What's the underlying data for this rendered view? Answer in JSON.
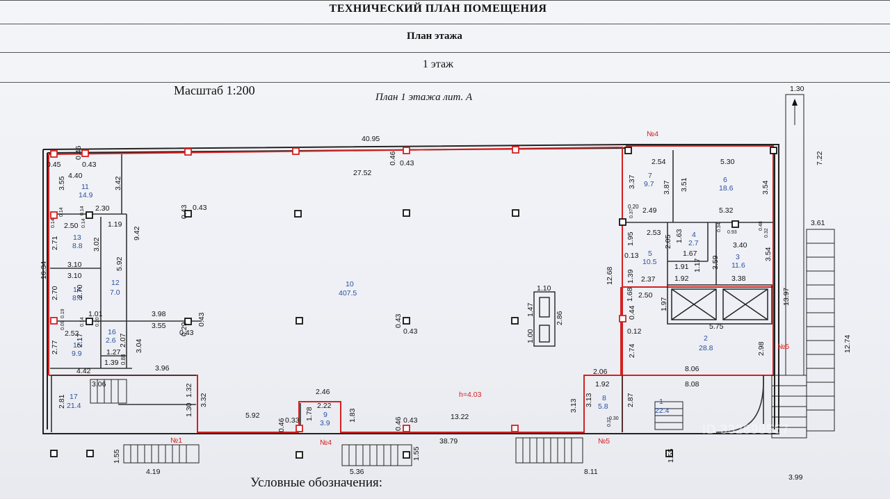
{
  "header": {
    "title": "ТЕХНИЧЕСКИЙ ПЛАН ПОМЕЩЕНИЯ",
    "subtitle": "План этажа",
    "floor": "1 этаж"
  },
  "plan": {
    "scale": "Масштаб 1:200",
    "caption": "План 1 этажа лит. А",
    "legend_heading": "Условные обозначения:",
    "height_note": "h=4.03",
    "colors": {
      "walls": "#222222",
      "boundary": "#d42020",
      "room_numbers": "#2a4fa0"
    },
    "rooms": [
      {
        "num": "1",
        "area": "22.4"
      },
      {
        "num": "2",
        "area": "28.8"
      },
      {
        "num": "3",
        "area": "11.6"
      },
      {
        "num": "4",
        "area": "2.7"
      },
      {
        "num": "5",
        "area": "10.5"
      },
      {
        "num": "6",
        "area": "18.6"
      },
      {
        "num": "7",
        "area": "9.7"
      },
      {
        "num": "8",
        "area": "5.8"
      },
      {
        "num": "9",
        "area": "3.9"
      },
      {
        "num": "10",
        "area": "407.5"
      },
      {
        "num": "11",
        "area": "14.9"
      },
      {
        "num": "12",
        "area": "7.0"
      },
      {
        "num": "13",
        "area": "8.8"
      },
      {
        "num": "14",
        "area": "8.6"
      },
      {
        "num": "15",
        "area": "9.9"
      },
      {
        "num": "16",
        "area": "2.6"
      },
      {
        "num": "17",
        "area": "21.4"
      }
    ],
    "entrances": [
      "№1",
      "№4",
      "№4",
      "№5",
      "№5"
    ],
    "dimensions": [
      "40.95",
      "27.52",
      "0.46",
      "0.43",
      "0.45",
      "0.43",
      "0.46",
      "4.40",
      "3.55",
      "3.42",
      "9.42",
      "2.30",
      "0.14",
      "0.14",
      "2.50",
      "0.14",
      "0.14",
      "1.19",
      "2.71",
      "3.02",
      "16.34",
      "3.10",
      "3.10",
      "5.92",
      "2.70",
      "2.70",
      "1.01",
      "0.19",
      "0.09",
      "0.14",
      "0.20",
      "3.98",
      "3.55",
      "0.43",
      "0.29",
      "0.43",
      "2.52",
      "2.17",
      "2.07",
      "3.04",
      "2.77",
      "1.27",
      "1.39",
      "0.88",
      "4.42",
      "3.96",
      "3.06",
      "2.81",
      "1.32",
      "3.32",
      "1.30",
      "1.55",
      "4.19",
      "5.92",
      "0.46",
      "0.33",
      "2.46",
      "2.22",
      "1.78",
      "1.83",
      "0.46",
      "0.43",
      "13.22",
      "38.79",
      "5.36",
      "1.55",
      "0.43",
      "0.43",
      "0.43",
      "0.43",
      "1.10",
      "1.47",
      "2.86",
      "1.00",
      "2.54",
      "5.30",
      "3.37",
      "3.87",
      "3.51",
      "3.54",
      "0.20",
      "0.37",
      "2.49",
      "5.32",
      "1.95",
      "2.53",
      "2.05",
      "1.63",
      "0.34",
      "0.93",
      "0.48",
      "0.32",
      "1.67",
      "3.40",
      "0.13",
      "12.68",
      "1.39",
      "1.91",
      "3.59",
      "1.17",
      "3.54",
      "2.37",
      "1.92",
      "3.38",
      "1.68",
      "2.50",
      "1.97",
      "0.44",
      "0.12",
      "5.75",
      "2.74",
      "2.98",
      "2.06",
      "8.06",
      "1.92",
      "8.08",
      "3.13",
      "3.13",
      "2.87",
      "0.37",
      "0.30",
      "1.55",
      "8.11",
      "3.99",
      "1.30",
      "7.22",
      "3.61",
      "13.97",
      "12.74"
    ]
  },
  "watermark": "ID 332898557"
}
